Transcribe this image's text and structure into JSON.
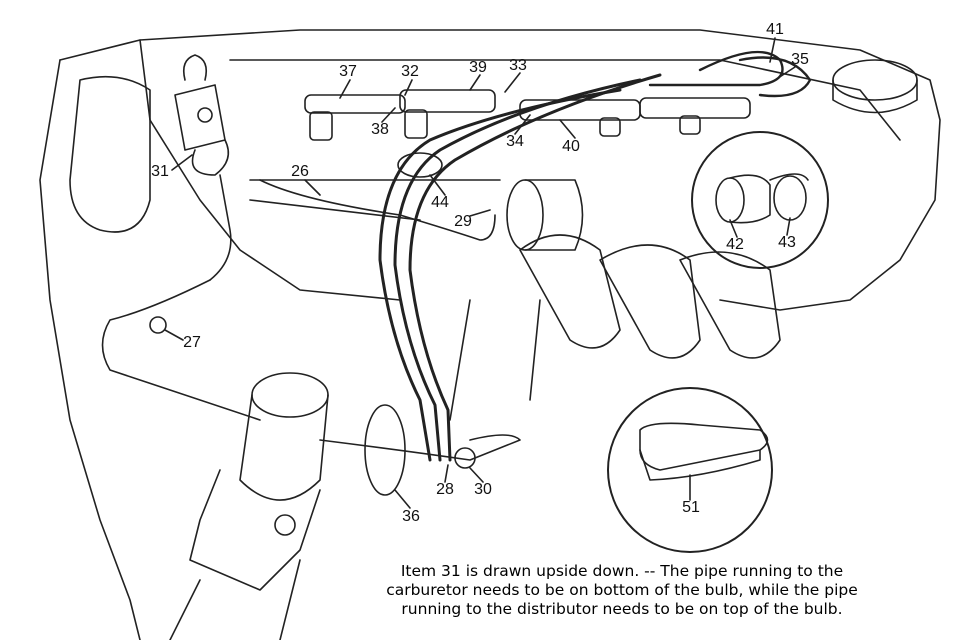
{
  "labels": {
    "l37": "37",
    "l32": "32",
    "l39": "39",
    "l33": "33",
    "l41": "41",
    "l35": "35",
    "l38": "38",
    "l34": "34",
    "l40": "40",
    "l31": "31",
    "l26": "26",
    "l44": "44",
    "l29": "29",
    "l42": "42",
    "l43": "43",
    "l27": "27",
    "l28": "28",
    "l30": "30",
    "l36": "36",
    "l51": "51"
  },
  "caption": {
    "line1": "Item 31 is drawn upside down. -- The pipe running to the",
    "line2": "carburetor needs to be on bottom of the bulb, while the pipe",
    "line3": "running to the distributor needs to be on top of the bulb."
  }
}
